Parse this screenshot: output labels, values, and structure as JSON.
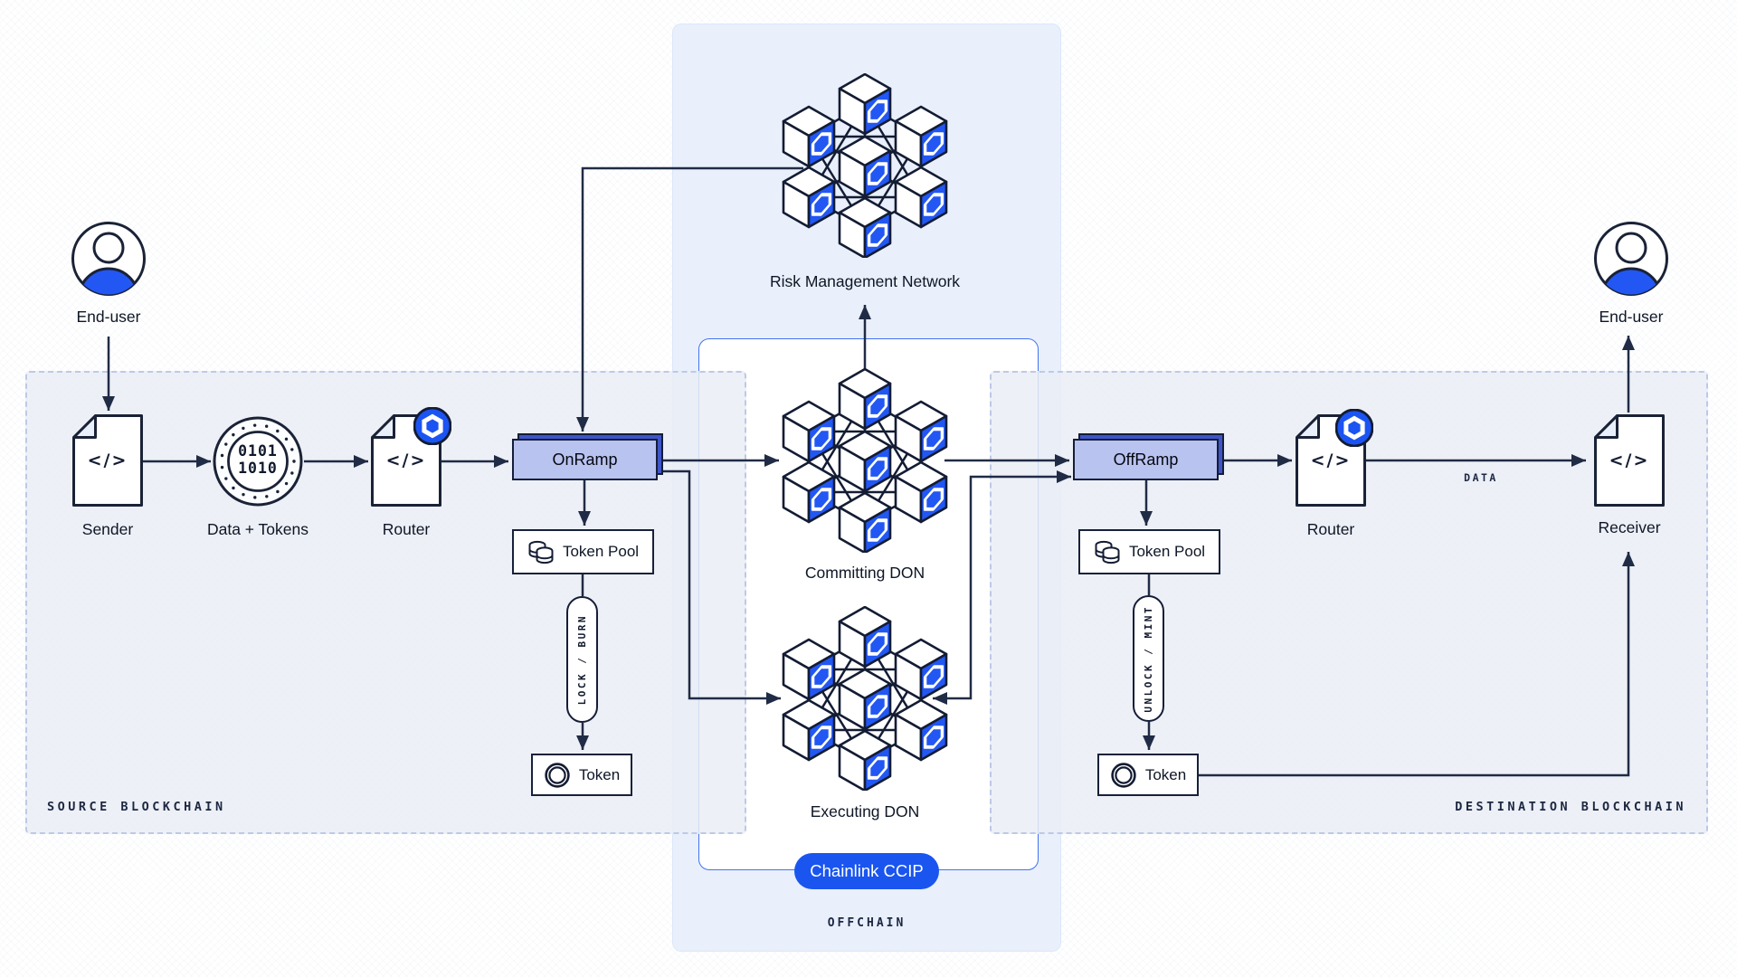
{
  "colors": {
    "accent_blue": "#2257f4",
    "pill_blue": "#1a55f0",
    "ramp_front": "#b9c3f0",
    "ramp_back": "#3d55c8",
    "offchain_panel": "#e9f0fc",
    "outline": "#1a2236"
  },
  "offchain": {
    "label": "OFFCHAIN",
    "ccip_pill": "Chainlink CCIP",
    "risk_network": "Risk Management Network",
    "committing_don": "Committing DON",
    "executing_don": "Executing DON"
  },
  "source": {
    "panel_label": "SOURCE BLOCKCHAIN",
    "end_user": "End-user",
    "sender": {
      "label": "Sender",
      "glyph": "</>"
    },
    "data_tokens": {
      "label": "Data + Tokens",
      "binary_line1": "0101",
      "binary_line2": "1010"
    },
    "router": {
      "label": "Router",
      "glyph": "</>"
    },
    "onramp": "OnRamp",
    "token_pool": "Token Pool",
    "capsule": "LOCK / BURN",
    "token": "Token"
  },
  "destination": {
    "panel_label": "DESTINATION BLOCKCHAIN",
    "offramp": "OffRamp",
    "token_pool": "Token Pool",
    "capsule": "UNLOCK / MINT",
    "token": "Token",
    "router": {
      "label": "Router",
      "glyph": "</>"
    },
    "data_edge": "DATA",
    "receiver": {
      "label": "Receiver",
      "glyph": "</>"
    },
    "end_user": "End-user"
  }
}
